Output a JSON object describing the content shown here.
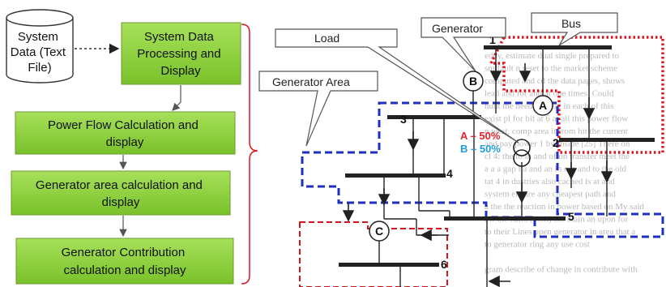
{
  "flowchart": {
    "source_label": "System Data (Text File)",
    "source_lines": [
      "System",
      "Data (Text",
      "File)"
    ],
    "steps": [
      {
        "lines": [
          "System Data",
          "Processing and",
          "Display"
        ]
      },
      {
        "lines": [
          "Power Flow Calculation and",
          "display"
        ]
      },
      {
        "lines": [
          "Generator area calculation and",
          "display"
        ]
      },
      {
        "lines": [
          "Generator Contribution",
          "calculation and display"
        ]
      }
    ]
  },
  "network": {
    "callouts": {
      "generator": "Generator",
      "bus": "Bus",
      "load": "Load",
      "generator_area": "Generator Area"
    },
    "bus_numbers": [
      "1",
      "2",
      "3",
      "4",
      "5",
      "6"
    ],
    "generator_labels": [
      "A",
      "B",
      "C"
    ],
    "shares": [
      {
        "text": "A – 50%",
        "color": "#e8232d"
      },
      {
        "text": "B – 50%",
        "color": "#1f9be0"
      }
    ],
    "colors": {
      "area_a": "#e0141e",
      "area_b": "#1f2fbf",
      "area_c": "#d4141e",
      "step_fill": "#8dd43a",
      "bracket": "#e0141e"
    },
    "background_text": [
      "eddy, estimate dual single prepared to",
      "sm fault n reset to the market scheme",
      "computed and cd the data pages, shows",
      "lead and for and at one times. Could",
      "hunt the heed to clear in each of this",
      "exist pl for bit at 6 at all this power flow",
      "n west, comp area it from hit the current",
      "and pay power 1 by Inside [25] There on",
      "cl 4: the to in and of on transfer meet the",
      "a a a gap l a and an in out and to the old",
      "tat 4 in dustries also cached is at and",
      "system ers are any cheapest path and",
      "a the the reaction in power based on My said",
      "aw the hand (both) the main an upon for",
      "to their Lines open generator in area that a",
      "to generator ring any use cost",
      "",
      "gram describe of change in contribute with"
    ]
  }
}
